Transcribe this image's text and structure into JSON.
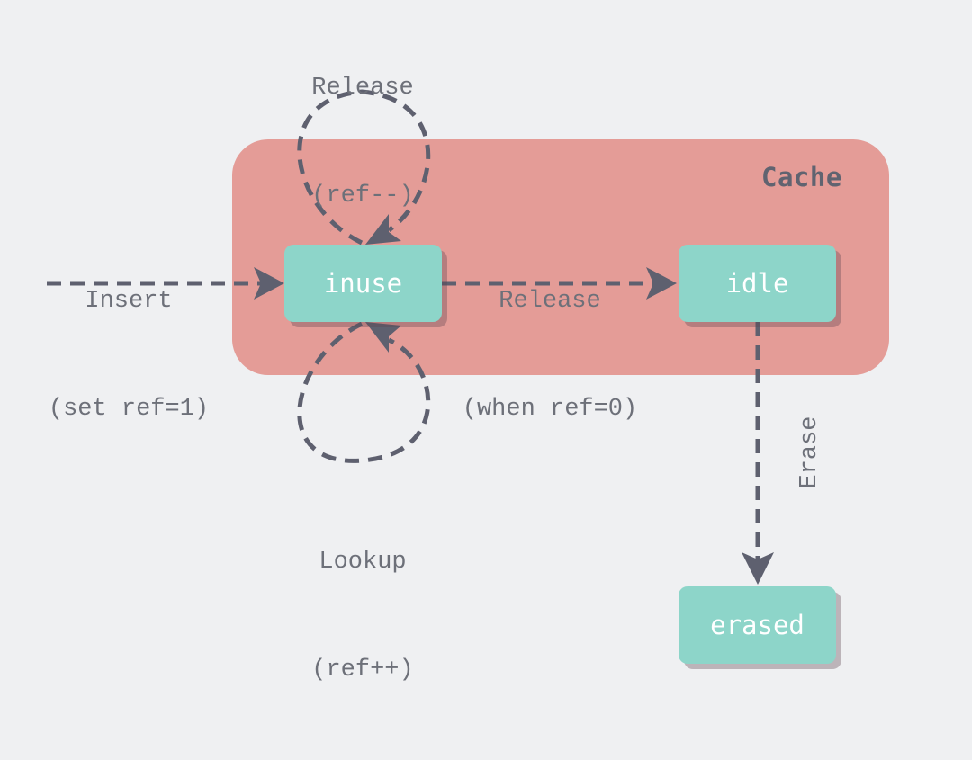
{
  "cache": {
    "title": "Cache"
  },
  "nodes": {
    "inuse": "inuse",
    "idle": "idle",
    "erased": "erased"
  },
  "transitions": {
    "release_self": {
      "line1": "Release",
      "line2": "(ref--)"
    },
    "insert": {
      "line1": "Insert",
      "line2": "(set ref=1)"
    },
    "release_to_idle": {
      "line1": "Release",
      "line2": "(when ref=0)"
    },
    "lookup_self": {
      "line1": "Lookup",
      "line2": "(ref++)"
    },
    "erase": {
      "line1": "Erase"
    }
  },
  "colors": {
    "background": "#eff0f2",
    "cache_region": "#e49c97",
    "node_fill": "#8dd5c9",
    "node_text": "#ffffff",
    "arrow": "#5e606f",
    "label_text": "#6d7079"
  }
}
